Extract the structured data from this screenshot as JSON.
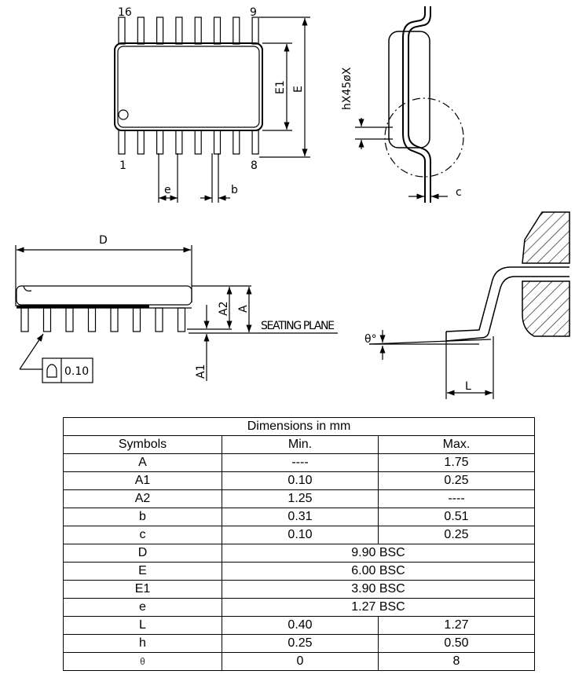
{
  "drawing": {
    "top_view": {
      "pin_label_top_left": "16",
      "pin_label_top_right": "9",
      "pin_label_bottom_left": "1",
      "pin_label_bottom_right": "8",
      "dim_e1": "E1",
      "dim_e": "E",
      "dim_pitch": "e",
      "dim_b": "b"
    },
    "end_view": {
      "chamfer": "hX45øX",
      "dim_c": "c"
    },
    "side_view": {
      "dim_d": "D",
      "dim_a2": "A2",
      "dim_a": "A",
      "dim_a1": "A1",
      "seating_plane": "SEATING PLANE",
      "coplanarity": "0.10"
    },
    "lead_detail": {
      "angle": "θ°",
      "dim_l": "L"
    }
  },
  "table": {
    "title": "Dimensions in mm",
    "headers": [
      "Symbols",
      "Min.",
      "Max."
    ],
    "rows": [
      {
        "symbol": "A",
        "min": "----",
        "max": "1.75"
      },
      {
        "symbol": "A1",
        "min": "0.10",
        "max": "0.25"
      },
      {
        "symbol": "A2",
        "min": "1.25",
        "max": "----"
      },
      {
        "symbol": "b",
        "min": "0.31",
        "max": "0.51"
      },
      {
        "symbol": "c",
        "min": "0.10",
        "max": "0.25"
      },
      {
        "symbol": "D",
        "nominal": "9.90 BSC"
      },
      {
        "symbol": "E",
        "nominal": "6.00 BSC"
      },
      {
        "symbol": "E1",
        "nominal": "3.90 BSC"
      },
      {
        "symbol": "e",
        "nominal": "1.27 BSC"
      },
      {
        "symbol": "L",
        "min": "0.40",
        "max": "1.27"
      },
      {
        "symbol": "h",
        "min": "0.25",
        "max": "0.50"
      },
      {
        "symbol": "θ",
        "min": "0",
        "max": "8"
      }
    ]
  }
}
